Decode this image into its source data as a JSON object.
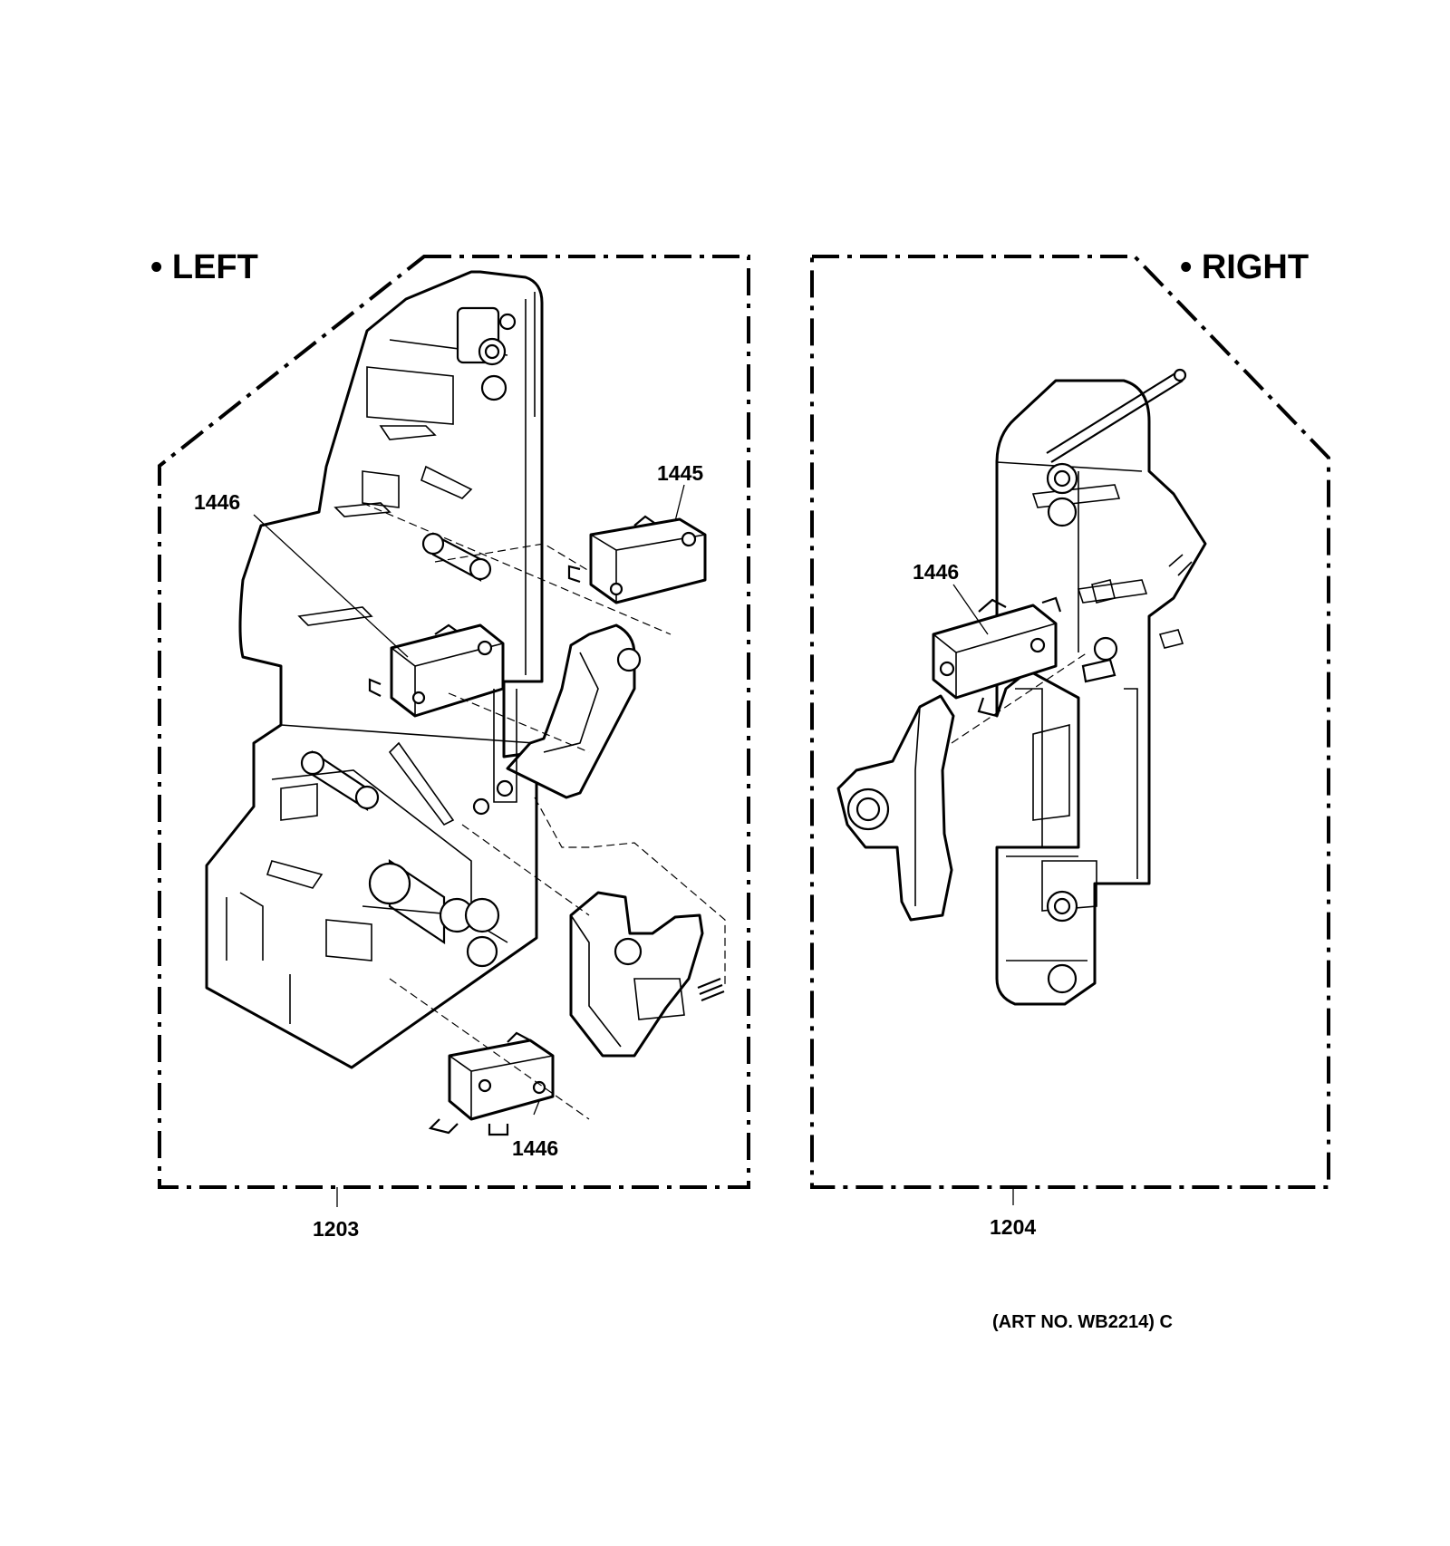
{
  "panels": {
    "left": {
      "title": "• LEFT",
      "assembly_number": "1203"
    },
    "right": {
      "title": "• RIGHT",
      "assembly_number": "1204"
    }
  },
  "callouts": {
    "left_switch_upper": "1446",
    "left_switch_top": "1445",
    "left_switch_lower": "1446",
    "right_switch": "1446"
  },
  "art_number": "(ART NO. WB2214) C"
}
